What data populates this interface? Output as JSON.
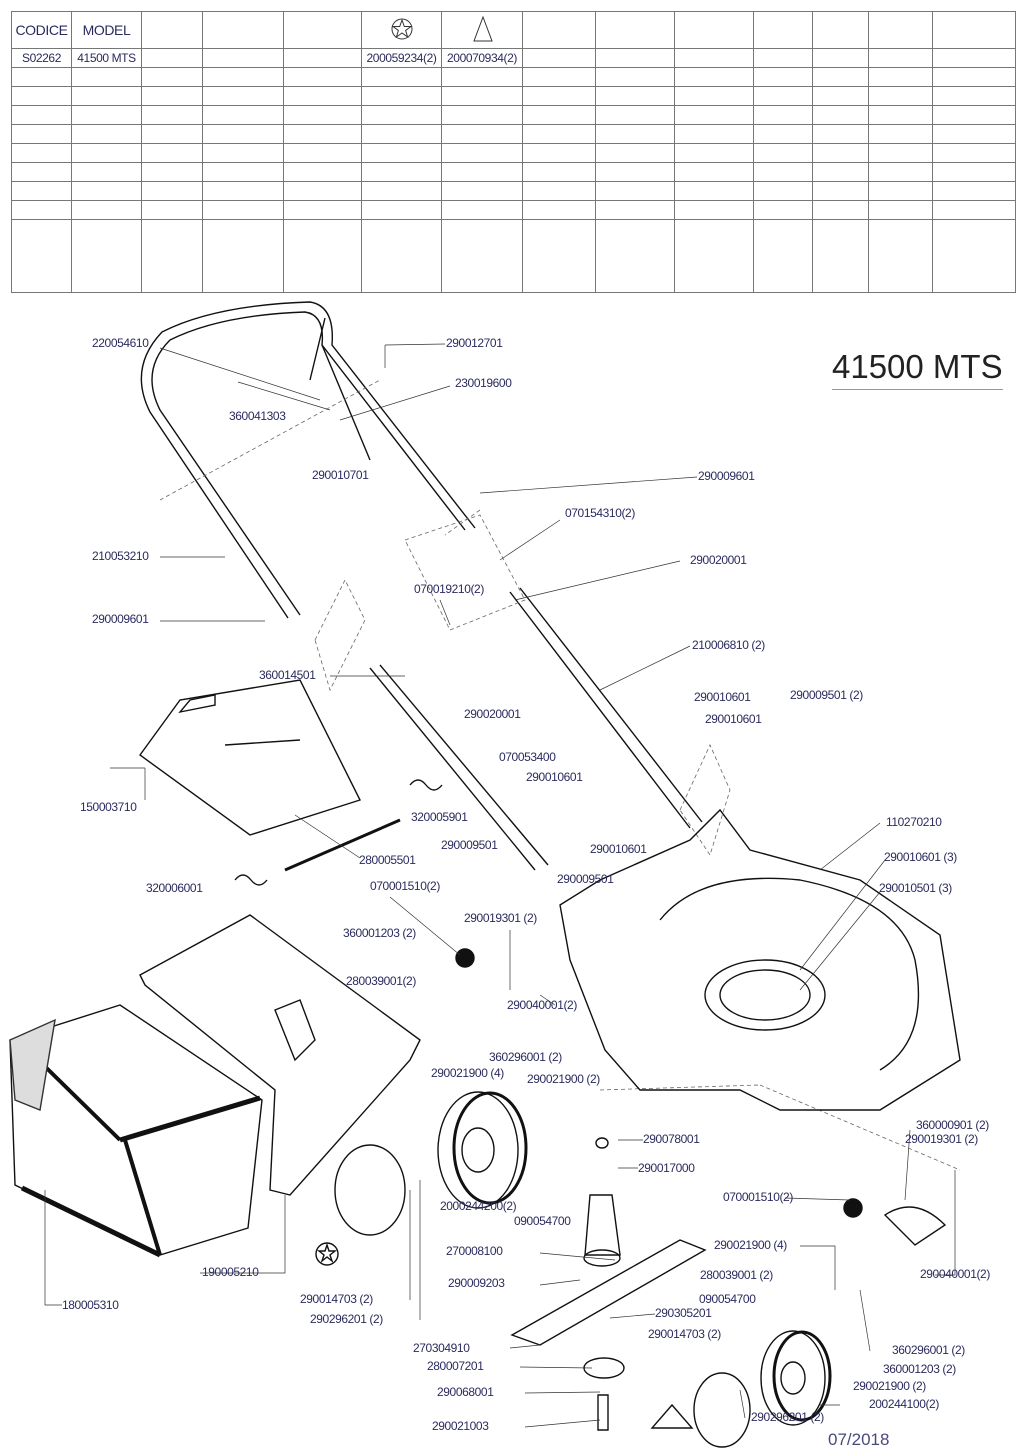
{
  "table": {
    "headers": [
      "CODICE",
      "MODEL"
    ],
    "header_icons": [
      "star-circle-icon",
      "triangle-icon"
    ],
    "row": {
      "codice": "S02262",
      "model": "41500 MTS",
      "star_part": "200059234(2)",
      "triangle_part": "200070934(2)"
    }
  },
  "title": "41500 MTS",
  "date": "07/2018",
  "part_labels": [
    "220054610",
    "290012701",
    "230019600",
    "360041303",
    "290010701",
    "290009601",
    "070154310(2)",
    "210053210",
    "290020001",
    "070019210(2)",
    "290009601",
    "210006810 (2)",
    "360014501",
    "290020001",
    "290010601",
    "290009501 (2)",
    "290010601",
    "070053400",
    "150003710",
    "290010601",
    "320005901",
    "110270210",
    "290009501",
    "290010601",
    "280005501",
    "290010601 (3)",
    "290009501",
    "070001510(2)",
    "320006001",
    "290010501 (3)",
    "290019301 (2)",
    "360001203 (2)",
    "280039001(2)",
    "290040001(2)",
    "360296001 (2)",
    "290021900 (4)",
    "290021900 (2)",
    "290078001",
    "360000901 (2)",
    "290019301 (2)",
    "290017000",
    "070001510(2)",
    "2000244200(2)",
    "090054700",
    "270008100",
    "290021900 (4)",
    "290040001(2)",
    "190005210",
    "290009203",
    "280039001 (2)",
    "090054700",
    "290014703 (2)",
    "180005310",
    "290305201",
    "290296201 (2)",
    "290014703 (2)",
    "270304910",
    "360296001 (2)",
    "280007201",
    "360001203 (2)",
    "290021900 (2)",
    "290068001",
    "200244100(2)",
    "290296201 (2)",
    "290021003"
  ]
}
